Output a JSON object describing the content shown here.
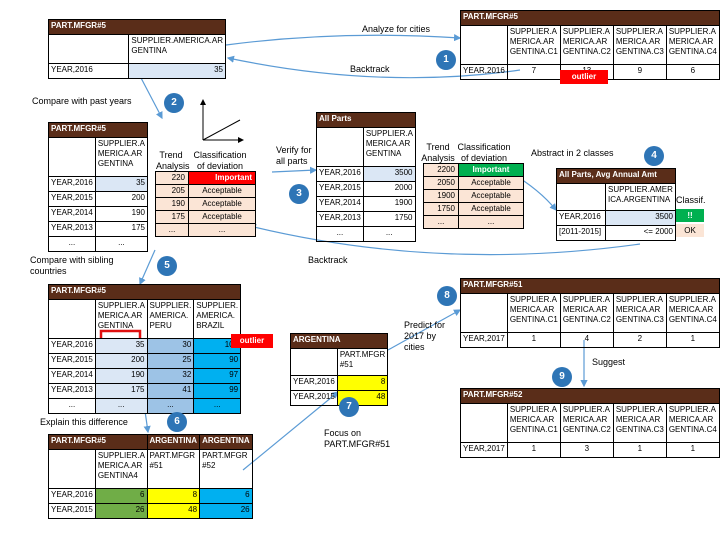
{
  "steps": [
    "1",
    "2",
    "3",
    "4",
    "5",
    "6",
    "7",
    "8",
    "9"
  ],
  "labels": {
    "analyze": "Analyze for cities",
    "backtrack1": "Backtrack",
    "compare_past": "Compare with past years",
    "verify": "Verify for all parts",
    "abstract": "Abstract in 2 classes",
    "backtrack2": "Backtrack",
    "compare_sib": "Compare with sibling countries",
    "explain": "Explain this difference",
    "predict": "Predict for 2017 by cities",
    "suggest": "Suggest",
    "focus": "Focus on PART.MFGR#51",
    "outlier": "outlier",
    "trend": "Trend Analysis",
    "classdev": "Classification of deviation",
    "classif": "Classif."
  },
  "t0": {
    "title": "PART.MFGR#5",
    "col": "SUPPLIER.AMERICA.AR GENTINA",
    "row": "YEAR,2016",
    "val": "35"
  },
  "t1": {
    "title": "PART.MFGR#5",
    "cols": [
      "SUPPLIER.A MERICA.AR GENTINA.C1",
      "SUPPLIER.A MERICA.AR GENTINA.C2",
      "SUPPLIER.A MERICA.AR GENTINA.C3",
      "SUPPLIER.A MERICA.AR GENTINA.C4"
    ],
    "row": "YEAR,2016",
    "vals": [
      "7",
      "13",
      "9",
      "6"
    ]
  },
  "t2": {
    "title": "PART.MFGR#5",
    "col": "SUPPLIER.A MERICA.AR GENTINA",
    "rows": [
      [
        "YEAR,2016",
        "35"
      ],
      [
        "YEAR,2015",
        "200"
      ],
      [
        "YEAR,2014",
        "190"
      ],
      [
        "YEAR,2013",
        "175"
      ],
      [
        "...",
        "..."
      ]
    ]
  },
  "c2": {
    "trend": [
      "220",
      "205",
      "190",
      "175",
      "..."
    ],
    "cls": [
      "Important",
      "Acceptable",
      "Acceptable",
      "Acceptable",
      "..."
    ]
  },
  "t3": {
    "title": "All Parts",
    "col": "SUPPLIER.A MERICA.AR GENTINA",
    "rows": [
      [
        "YEAR,2016",
        "3500"
      ],
      [
        "YEAR,2015",
        "2000"
      ],
      [
        "YEAR,2014",
        "1900"
      ],
      [
        "YEAR,2013",
        "1750"
      ],
      [
        "...",
        "..."
      ]
    ]
  },
  "c3": {
    "trend": [
      "2200",
      "2050",
      "1900",
      "1750",
      "..."
    ],
    "cls": [
      "Important",
      "Acceptable",
      "Acceptable",
      "Acceptable",
      "..."
    ]
  },
  "t4": {
    "title": "All Parts, Avg Annual Amt",
    "col": "SUPPLIER.AMER ICA.ARGENTINA",
    "rows": [
      [
        "YEAR,2016",
        "3500",
        "!!"
      ],
      [
        "[2011-2015]",
        "<= 2000",
        "OK"
      ]
    ]
  },
  "t5": {
    "title": "PART.MFGR#5",
    "cols": [
      "SUPPLIER.A MERICA.AR GENTINA",
      "SUPPLIER. AMERICA. PERU",
      "SUPPLIER. AMERICA. BRAZIL"
    ],
    "rows": [
      [
        "YEAR,2016",
        "35",
        "30",
        "104"
      ],
      [
        "YEAR,2015",
        "200",
        "25",
        "90"
      ],
      [
        "YEAR,2014",
        "190",
        "32",
        "97"
      ],
      [
        "YEAR,2013",
        "175",
        "41",
        "99"
      ],
      [
        "...",
        "...",
        "...",
        "..."
      ]
    ]
  },
  "t6": {
    "title": "PART.MFGR#5",
    "h2": "ARGENTINA",
    "h3": "ARGENTINA",
    "cols": [
      "SUPPLIER.A MERICA.AR GENTINA4",
      "PART.MFGR #51",
      "PART.MFGR #52"
    ],
    "rows": [
      [
        "YEAR,2016",
        "6",
        "8",
        "6"
      ],
      [
        "YEAR,2015",
        "26",
        "48",
        "26"
      ]
    ]
  },
  "t7": {
    "title": "ARGENTINA",
    "col": "PART.MFGR #51",
    "rows": [
      [
        "YEAR,2016",
        "8"
      ],
      [
        "YEAR,2015",
        "48"
      ]
    ]
  },
  "t8": {
    "title": "PART.MFGR#51",
    "cols": [
      "SUPPLIER.A MERICA.AR GENTINA.C1",
      "SUPPLIER.A MERICA.AR GENTINA.C2",
      "SUPPLIER.A MERICA.AR GENTINA.C3",
      "SUPPLIER.A MERICA.AR GENTINA.C4"
    ],
    "row": "YEAR,2017",
    "vals": [
      "1",
      "4",
      "2",
      "1"
    ]
  },
  "t9": {
    "title": "PART.MFGR#52",
    "cols": [
      "SUPPLIER.A MERICA.AR GENTINA.C1",
      "SUPPLIER.A MERICA.AR GENTINA.C2",
      "SUPPLIER.A MERICA.AR GENTINA.C3",
      "SUPPLIER.A MERICA.AR GENTINA.C4"
    ],
    "row": "YEAR,2017",
    "vals": [
      "1",
      "3",
      "1",
      "1"
    ]
  }
}
